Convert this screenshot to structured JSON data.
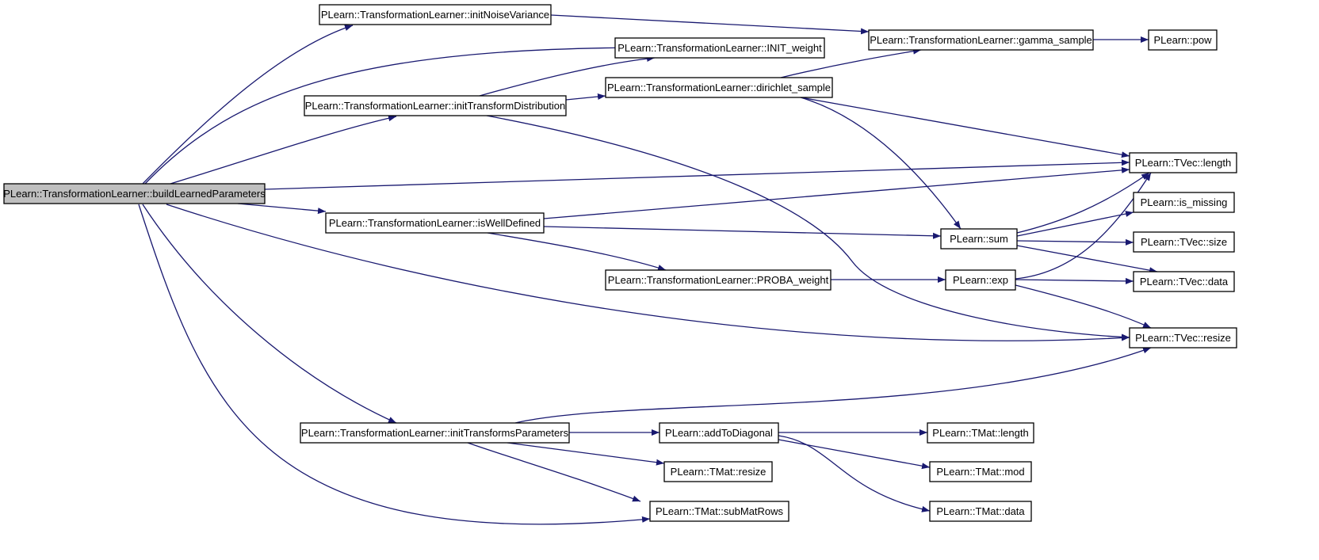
{
  "graph": {
    "colors": {
      "edge": "#191970",
      "node_border": "#000000",
      "node_fill": "#ffffff",
      "root_fill": "#bfbfbf"
    },
    "nodes": [
      {
        "id": "build",
        "label": "PLearn::TransformationLearner::buildLearnedParameters",
        "root": true
      },
      {
        "id": "initNoise",
        "label": "PLearn::TransformationLearner::initNoiseVariance"
      },
      {
        "id": "initWeight",
        "label": "PLearn::TransformationLearner::INIT_weight"
      },
      {
        "id": "initTD",
        "label": "PLearn::TransformationLearner::initTransformDistribution"
      },
      {
        "id": "dirichlet",
        "label": "PLearn::TransformationLearner::dirichlet_sample"
      },
      {
        "id": "gamma",
        "label": "PLearn::TransformationLearner::gamma_sample"
      },
      {
        "id": "pow",
        "label": "PLearn::pow"
      },
      {
        "id": "tvecLength",
        "label": "PLearn::TVec::length"
      },
      {
        "id": "isWellDefined",
        "label": "PLearn::TransformationLearner::isWellDefined"
      },
      {
        "id": "sum",
        "label": "PLearn::sum"
      },
      {
        "id": "isMissing",
        "label": "PLearn::is_missing"
      },
      {
        "id": "tvecSize",
        "label": "PLearn::TVec::size"
      },
      {
        "id": "probaWeight",
        "label": "PLearn::TransformationLearner::PROBA_weight"
      },
      {
        "id": "exp",
        "label": "PLearn::exp"
      },
      {
        "id": "tvecData",
        "label": "PLearn::TVec::data"
      },
      {
        "id": "tvecResize",
        "label": "PLearn::TVec::resize"
      },
      {
        "id": "initTP",
        "label": "PLearn::TransformationLearner::initTransformsParameters"
      },
      {
        "id": "addToDiagonal",
        "label": "PLearn::addToDiagonal"
      },
      {
        "id": "tmatLength",
        "label": "PLearn::TMat::length"
      },
      {
        "id": "tmatResize",
        "label": "PLearn::TMat::resize"
      },
      {
        "id": "tmatMod",
        "label": "PLearn::TMat::mod"
      },
      {
        "id": "tmatSubMatRows",
        "label": "PLearn::TMat::subMatRows"
      },
      {
        "id": "tmatData",
        "label": "PLearn::TMat::data"
      }
    ],
    "edges": [
      {
        "from": "build",
        "to": "initNoise"
      },
      {
        "from": "build",
        "to": "initWeight"
      },
      {
        "from": "build",
        "to": "initTD"
      },
      {
        "from": "build",
        "to": "tvecLength"
      },
      {
        "from": "build",
        "to": "isWellDefined"
      },
      {
        "from": "build",
        "to": "tvecResize"
      },
      {
        "from": "build",
        "to": "initTP"
      },
      {
        "from": "build",
        "to": "tmatSubMatRows"
      },
      {
        "from": "initNoise",
        "to": "gamma"
      },
      {
        "from": "gamma",
        "to": "pow"
      },
      {
        "from": "initTD",
        "to": "initWeight"
      },
      {
        "from": "initTD",
        "to": "dirichlet"
      },
      {
        "from": "initTD",
        "to": "tvecResize"
      },
      {
        "from": "dirichlet",
        "to": "gamma"
      },
      {
        "from": "dirichlet",
        "to": "tvecLength"
      },
      {
        "from": "dirichlet",
        "to": "sum"
      },
      {
        "from": "isWellDefined",
        "to": "tvecLength"
      },
      {
        "from": "isWellDefined",
        "to": "sum"
      },
      {
        "from": "isWellDefined",
        "to": "probaWeight"
      },
      {
        "from": "sum",
        "to": "tvecLength"
      },
      {
        "from": "sum",
        "to": "isMissing"
      },
      {
        "from": "sum",
        "to": "tvecSize"
      },
      {
        "from": "sum",
        "to": "tvecData"
      },
      {
        "from": "probaWeight",
        "to": "exp"
      },
      {
        "from": "exp",
        "to": "tvecLength"
      },
      {
        "from": "exp",
        "to": "tvecData"
      },
      {
        "from": "exp",
        "to": "tvecResize"
      },
      {
        "from": "initTP",
        "to": "tvecResize"
      },
      {
        "from": "initTP",
        "to": "addToDiagonal"
      },
      {
        "from": "initTP",
        "to": "tmatResize"
      },
      {
        "from": "initTP",
        "to": "tmatSubMatRows"
      },
      {
        "from": "addToDiagonal",
        "to": "tmatLength"
      },
      {
        "from": "addToDiagonal",
        "to": "tmatMod"
      },
      {
        "from": "addToDiagonal",
        "to": "tmatData"
      }
    ]
  }
}
